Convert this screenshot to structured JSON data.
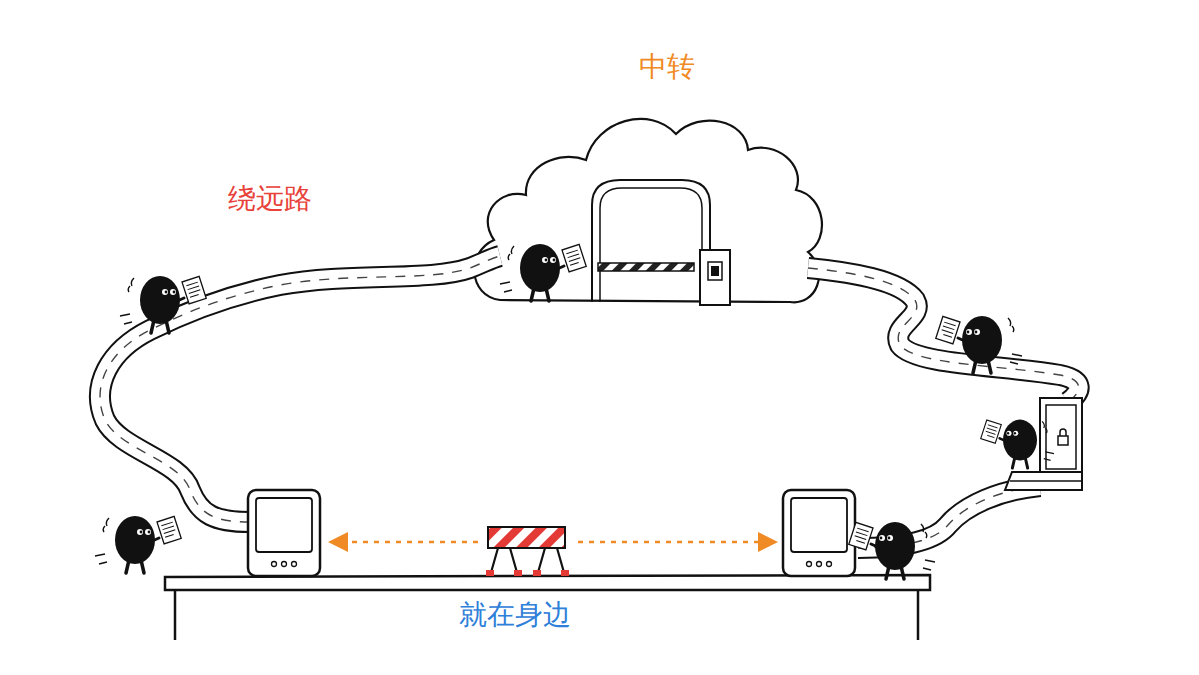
{
  "diagram": {
    "nodes": [
      {
        "text": [
          "中转"
        ]
      }
    ],
    "labels": [
      "绕远路",
      "就在身边"
    ]
  }
}
